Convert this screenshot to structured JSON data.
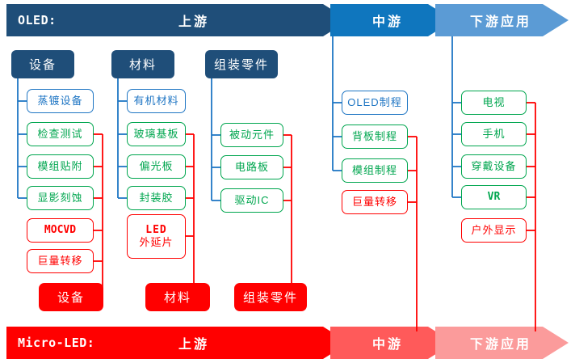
{
  "colors": {
    "oled_upstream": "#1F4E79",
    "oled_mid": "#0F76BE",
    "oled_down": "#5B9BD5",
    "micro_upstream": "#FF0000",
    "micro_mid": "#FF5A5A",
    "micro_down": "#FB9B9B",
    "blue_line": "#1F76C4",
    "green": "#00A64F",
    "red": "#FF0000",
    "group_header": "#1F4E79"
  },
  "top_banner": {
    "name": "OLED:",
    "segments": [
      {
        "label": "上游"
      },
      {
        "label": "中游"
      },
      {
        "label": "下游应用"
      }
    ]
  },
  "bottom_banner": {
    "name": "Micro-LED:",
    "segments": [
      {
        "label": "上游"
      },
      {
        "label": "中游"
      },
      {
        "label": "下游应用"
      }
    ]
  },
  "groups": {
    "equipment": {
      "label": "设备"
    },
    "material": {
      "label": "材料"
    },
    "assembly": {
      "label": "组装零件"
    }
  },
  "columns": {
    "equipment": [
      {
        "label": "蒸镀设备",
        "color": "blue"
      },
      {
        "label": "检查测试",
        "color": "green"
      },
      {
        "label": "模组贴附",
        "color": "green"
      },
      {
        "label": "显影刻蚀",
        "color": "green"
      },
      {
        "label": "MOCVD",
        "color": "red",
        "mono": true
      },
      {
        "label": "巨量转移",
        "color": "red"
      }
    ],
    "material": [
      {
        "label": "有机材料",
        "color": "blue"
      },
      {
        "label": "玻璃基板",
        "color": "green"
      },
      {
        "label": "偏光板",
        "color": "green"
      },
      {
        "label": "封装胶",
        "color": "green"
      },
      {
        "label": "LED",
        "label2": "外延片",
        "color": "red"
      }
    ],
    "assembly": [
      {
        "label": "被动元件",
        "color": "green"
      },
      {
        "label": "电路板",
        "color": "green"
      },
      {
        "label": "驱动IC",
        "color": "green"
      }
    ],
    "midstream": [
      {
        "label": "OLED制程",
        "color": "blue"
      },
      {
        "label": "背板制程",
        "color": "green"
      },
      {
        "label": "模组制程",
        "color": "green"
      },
      {
        "label": "巨量转移",
        "color": "red"
      }
    ],
    "downstream": [
      {
        "label": "电视",
        "color": "green"
      },
      {
        "label": "手机",
        "color": "green"
      },
      {
        "label": "穿戴设备",
        "color": "green"
      },
      {
        "label": "VR",
        "color": "green",
        "mono": true
      },
      {
        "label": "户外显示",
        "color": "red"
      }
    ]
  },
  "bottom_pills": [
    {
      "label": "设备"
    },
    {
      "label": "材料"
    },
    {
      "label": "组装零件"
    }
  ]
}
